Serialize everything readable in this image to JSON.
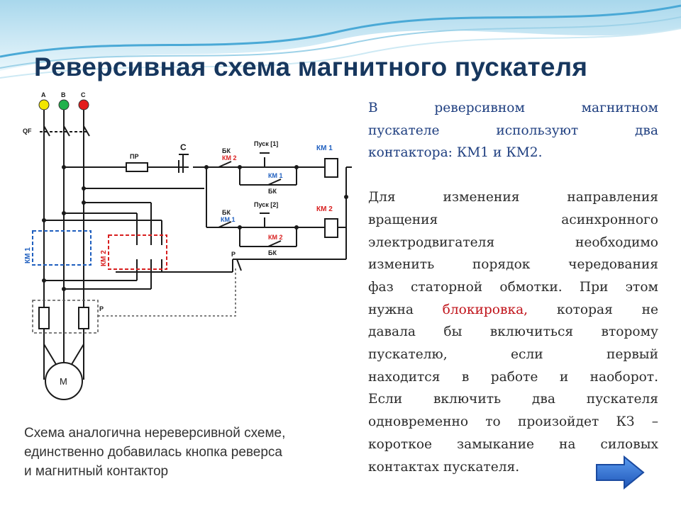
{
  "slide": {
    "title": "Реверсивная схема магнитного пускателя",
    "caption_lines": [
      "Схема аналогична нереверсивной схеме,",
      "единственно добавилась кнопка реверса",
      "и магнитный контактор"
    ]
  },
  "body": {
    "p1_lines": [
      "В реверсивном магнитном",
      "пускателе используют два",
      "контактора: КМ1 и КМ2."
    ],
    "p2_lines": [
      "Для изменения направления",
      "вращения асинхронного",
      "электродвигателя необходимо",
      "изменить порядок чередования",
      "фаз статорной обмотки. При этом"
    ],
    "p2_line6_before": "нужна ",
    "p2_line6_highlight": "блокировка,",
    "p2_line6_after": " которая не",
    "p2_rest_lines": [
      "давала бы включиться второму",
      "пускателю, если первый",
      "находится в работе и наоборот.",
      "Если включить два пускателя",
      "одновременно то произойдет КЗ –",
      "короткое замыкание на силовых",
      "контактах пускателя."
    ]
  },
  "diagram": {
    "phase_labels": [
      "A",
      "B",
      "C"
    ],
    "phase_colors": [
      "#f2e600",
      "#22b14c",
      "#e31b1b"
    ],
    "breaker_label": "QF",
    "fuse_label": "ПР",
    "stop_label": "С",
    "bk_label": "БК",
    "km1_label": "КМ 1",
    "km2_label": "КМ 2",
    "start1_label": "Пуск [1]",
    "start2_label": "Пуск [2]",
    "relay_label": "Р",
    "motor_label": "М",
    "km_block_color": "#1f5fbf",
    "km2_block_color": "#d81f1f"
  },
  "nav": {
    "next_arrow_color": "#2e6fd6"
  }
}
